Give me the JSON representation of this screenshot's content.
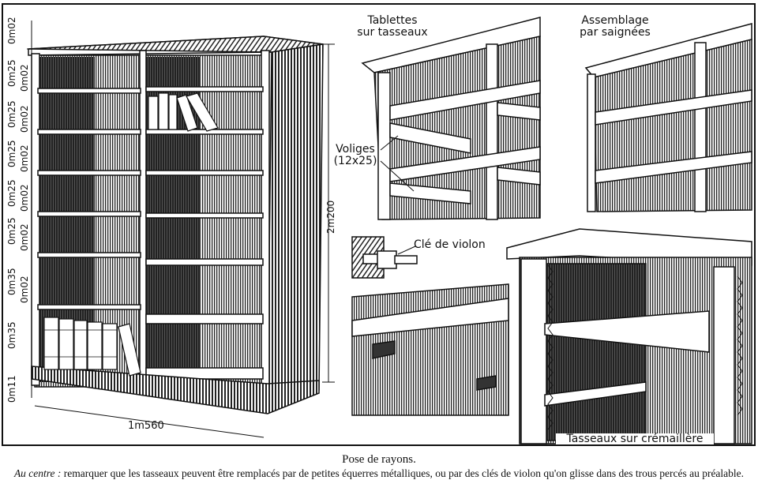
{
  "illustration": {
    "labels": {
      "tablettes": [
        "Tablettes",
        "sur tasseaux"
      ],
      "assemblage": [
        "Assemblage",
        "par saignées"
      ],
      "voliges": [
        "Voliges",
        "(12x25)"
      ],
      "cle_violon": "Clé de violon",
      "cremaillere": "Tasseaux sur crémaillère"
    },
    "dimensions": {
      "vertical": [
        "0m02",
        "0m25",
        "0m02",
        "0m25",
        "0m02",
        "0m25",
        "0m02",
        "0m25",
        "0m02",
        "0m25",
        "0m02",
        "0m35",
        "0m02",
        "0m35",
        "0m11"
      ],
      "height": "2m200",
      "width": "1m560"
    }
  },
  "caption": {
    "title": "Pose de rayons.",
    "lead": "Au centre :",
    "text": "remarquer que les tasseaux peuvent être remplacés par de petites équerres métalliques, ou par des clés de violon qu'on glisse dans des trous percés au préalable."
  }
}
